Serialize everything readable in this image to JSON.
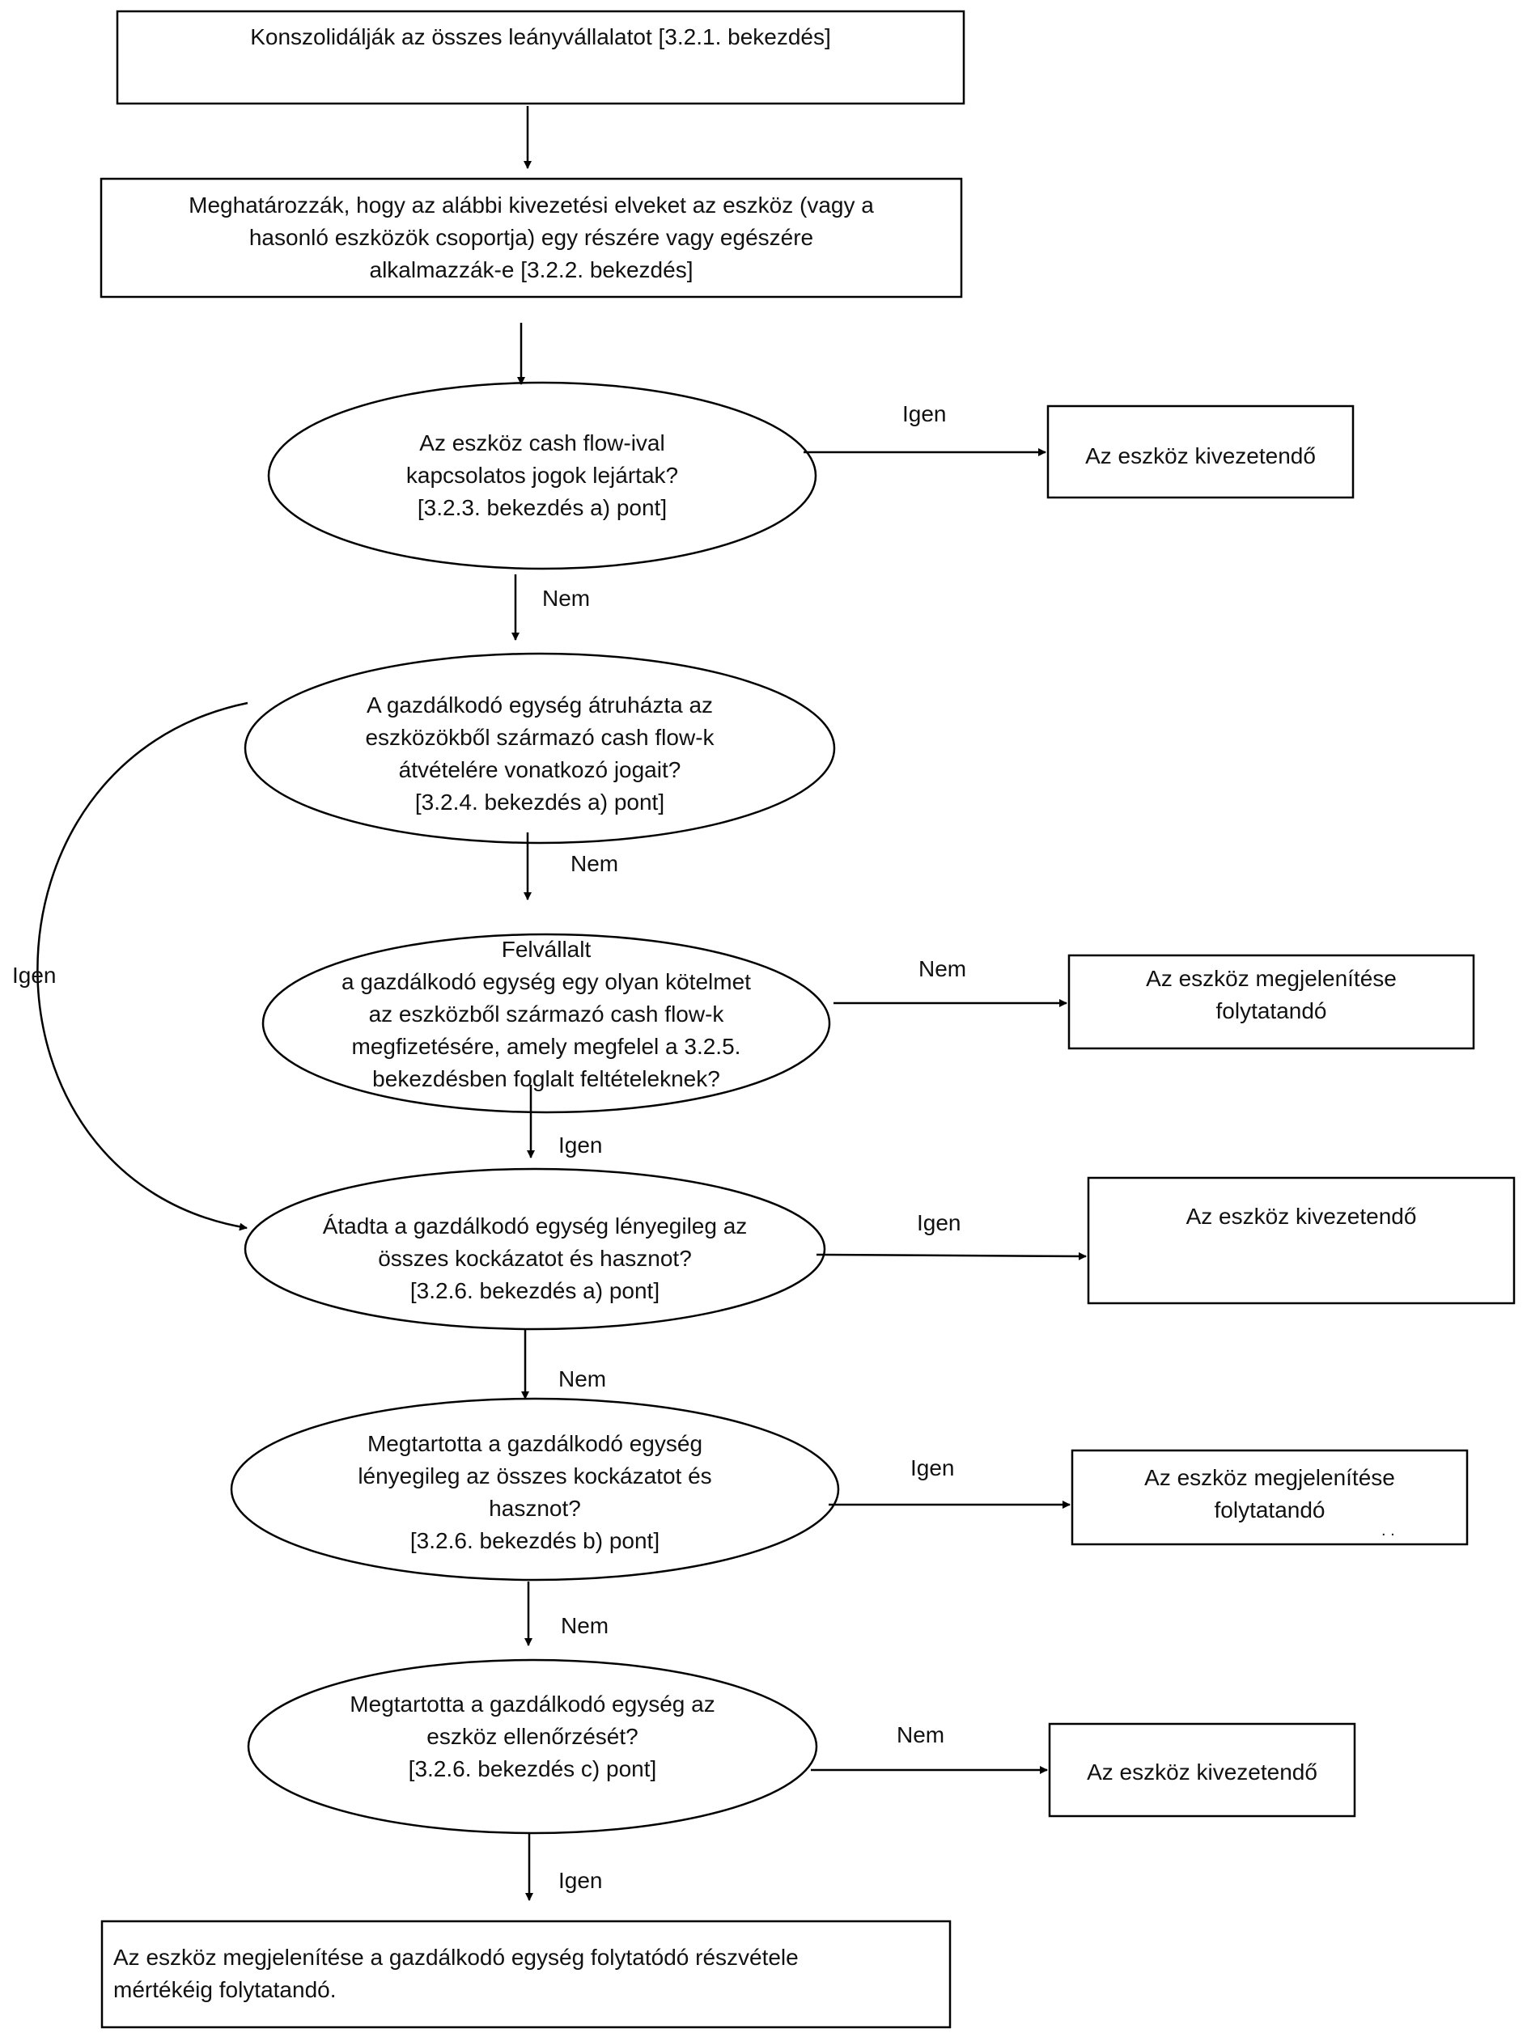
{
  "boxes": {
    "step1": [
      "Konszolidálják az összes leányvállalatot [3.2.1. bekezdés]"
    ],
    "step2": [
      "Meghatározzák, hogy az alábbi kivezetési elveket az eszköz (vagy a",
      "hasonló eszközök csoportja) egy részére vagy egészére",
      "alkalmazzák-e [3.2.2. bekezdés]"
    ],
    "derecognise1": [
      "Az eszköz kivezetendő"
    ],
    "continue1": [
      "Az eszköz megjelenítése",
      "folytatandó"
    ],
    "derecognise2": [
      "Az eszköz kivezetendő"
    ],
    "continue2": [
      "Az eszköz megjelenítése",
      "folytatandó"
    ],
    "derecognise3": [
      "Az eszköz kivezetendő"
    ],
    "final": [
      "Az eszköz megjelenítése a gazdálkodó egység folytatódó részvétele",
      "mértékéig folytatandó."
    ]
  },
  "decisions": {
    "q1": [
      "Az eszköz cash flow-ival",
      "kapcsolatos jogok lejártak?",
      "[3.2.3. bekezdés a) pont]"
    ],
    "q2": [
      "A gazdálkodó egység átruházta az",
      "eszközökből származó cash flow-k",
      "átvételére vonatkozó jogait?",
      "[3.2.4. bekezdés a) pont]"
    ],
    "q3": [
      "Felvállalt",
      "a gazdálkodó egység egy olyan kötelmet",
      "az eszközből származó cash flow-k",
      "megfizetésére, amely megfelel a 3.2.5.",
      "bekezdésben foglalt feltételeknek?"
    ],
    "q4": [
      "Átadta a gazdálkodó egység lényegileg az",
      "összes kockázatot és hasznot?",
      "[3.2.6. bekezdés a) pont]"
    ],
    "q5": [
      "Megtartotta a gazdálkodó egység",
      "lényegileg az összes kockázatot és",
      "hasznot?",
      "[3.2.6. bekezdés b) pont]"
    ],
    "q6": [
      "Megtartotta a gazdálkodó egység az",
      "eszköz ellenőrzését?",
      "[3.2.6. bekezdés c) pont]"
    ]
  },
  "edge_labels": {
    "q1_yes": "Igen",
    "q1_no": "Nem",
    "q2_yes": "Igen",
    "q2_no": "Nem",
    "q3_no": "Nem",
    "q3_yes": "Igen",
    "q4_yes": "Igen",
    "q4_no": "Nem",
    "q5_yes": "Igen",
    "q5_no": "Nem",
    "q6_no": "Nem",
    "q6_yes": "Igen"
  },
  "stray_mark": ". ."
}
